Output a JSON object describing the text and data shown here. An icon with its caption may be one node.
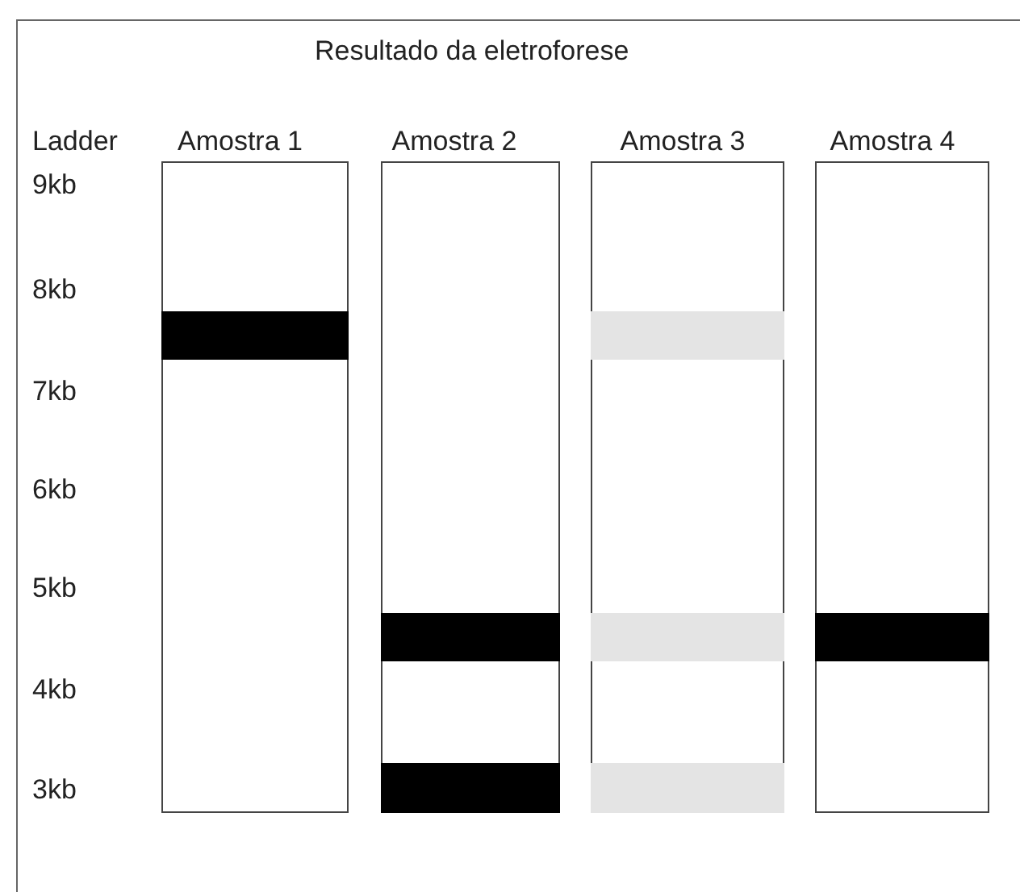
{
  "diagram": {
    "title": "Resultado da eletroforese",
    "nodes": [
      {
        "text": [
          "Amostra 1"
        ]
      },
      {
        "text": [
          "Amostra 2"
        ]
      },
      {
        "text": [
          "Amostra 3"
        ]
      },
      {
        "text": [
          "Amostra 4"
        ]
      },
      {
        "text": [],
        "shape": "bar",
        "in": 0
      },
      {
        "text": [],
        "shape": "bar",
        "in": 1
      },
      {
        "text": [],
        "shape": "bar",
        "in": 1
      },
      {
        "text": [],
        "shape": "bar",
        "in": 2
      },
      {
        "text": [],
        "shape": "bar",
        "in": 2
      },
      {
        "text": [],
        "shape": "bar",
        "in": 2
      },
      {
        "text": [],
        "shape": "bar",
        "in": 3
      }
    ],
    "edges": [],
    "labels": [
      "Ladder",
      "9kb",
      "8kb",
      "7kb",
      "6kb",
      "5kb",
      "4kb",
      "3kb"
    ]
  }
}
